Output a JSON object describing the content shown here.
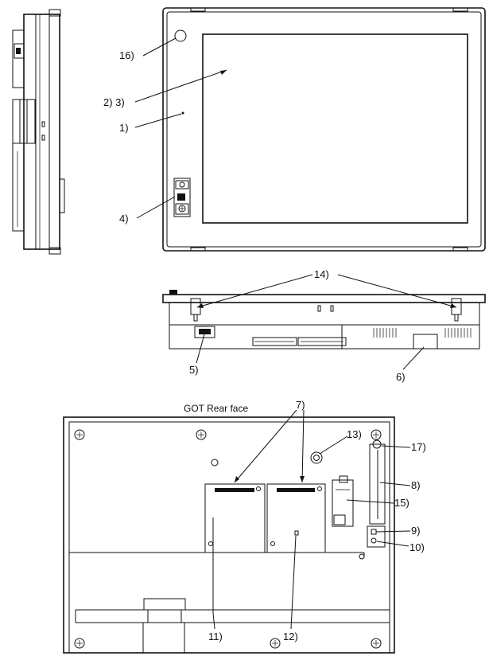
{
  "diagram": {
    "callouts": {
      "c1": "1)",
      "c2_3": "2) 3)",
      "c4": "4)",
      "c5": "5)",
      "c6": "6)",
      "c7": "7)",
      "c8": "8)",
      "c9": "9)",
      "c10": "10)",
      "c11": "11)",
      "c12": "12)",
      "c13": "13)",
      "c14": "14)",
      "c15": "15)",
      "c16": "16)",
      "c17": "17)"
    },
    "rear_caption": "GOT Rear face"
  },
  "colors": {
    "line": "#111111",
    "background": "#ffffff",
    "hatch": "#111111"
  }
}
